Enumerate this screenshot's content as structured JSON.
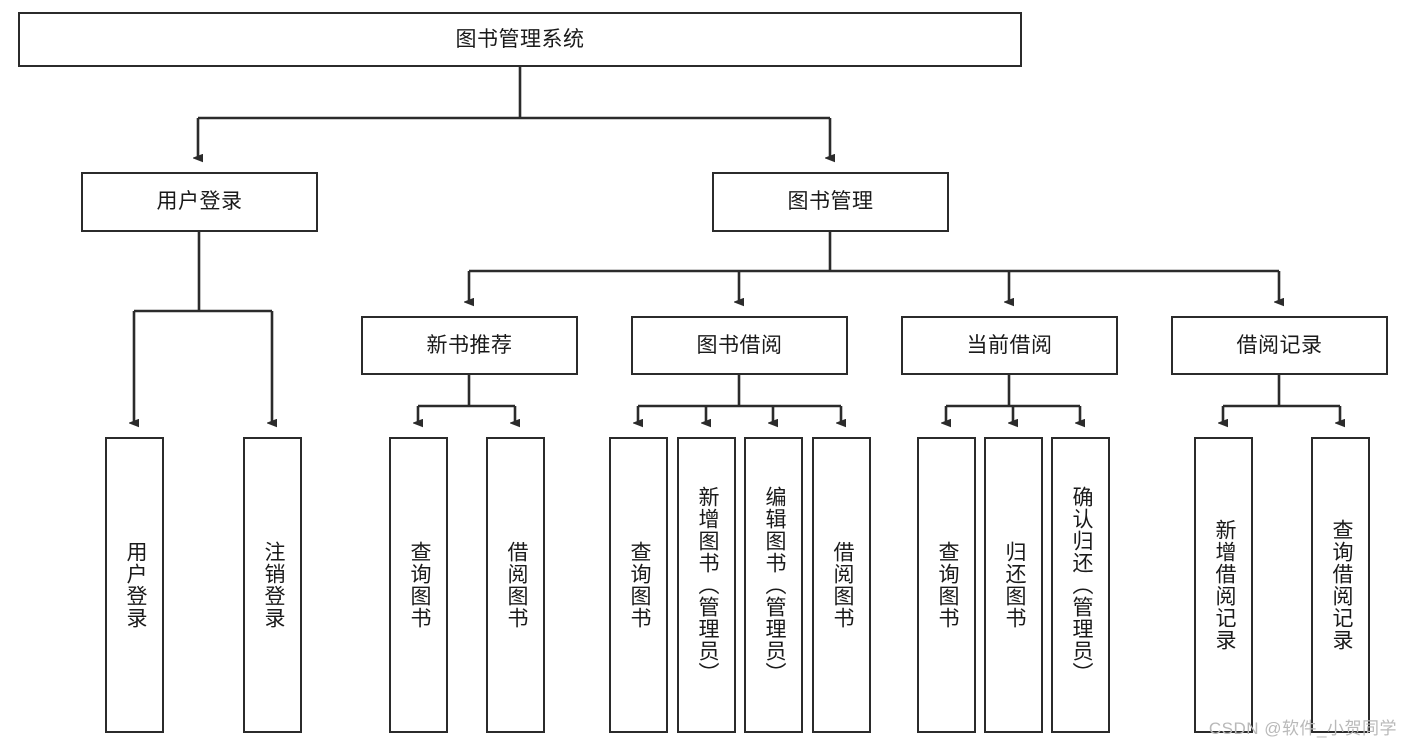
{
  "diagram": {
    "type": "hierarchy-tree",
    "title": "图书管理系统",
    "colors": {
      "box_border": "#2b2b2b",
      "box_fill": "#ffffff",
      "connector": "#2b2b2b",
      "text": "#1a1a1a",
      "watermark": "#b9b9b9",
      "background": "#ffffff"
    },
    "nodes": {
      "root": {
        "label": "图书管理系统",
        "orientation": "horizontal"
      },
      "level1": [
        {
          "id": "user-login",
          "label": "用户登录",
          "orientation": "horizontal"
        },
        {
          "id": "book-management",
          "label": "图书管理",
          "orientation": "horizontal"
        }
      ],
      "level2": [
        {
          "id": "new-book-recommend",
          "label": "新书推荐",
          "orientation": "horizontal"
        },
        {
          "id": "book-borrow",
          "label": "图书借阅",
          "orientation": "horizontal"
        },
        {
          "id": "current-borrow",
          "label": "当前借阅",
          "orientation": "horizontal"
        },
        {
          "id": "borrow-record",
          "label": "借阅记录",
          "orientation": "horizontal"
        }
      ],
      "leaves": {
        "user-login": [
          {
            "id": "leaf-user-login",
            "label": "用户登录",
            "orientation": "vertical"
          },
          {
            "id": "leaf-logout-login",
            "label": "注销登录",
            "orientation": "vertical"
          }
        ],
        "new-book-recommend": [
          {
            "id": "leaf-query-book-1",
            "label": "查询图书",
            "orientation": "vertical"
          },
          {
            "id": "leaf-borrow-book-1",
            "label": "借阅图书",
            "orientation": "vertical"
          }
        ],
        "book-borrow": [
          {
            "id": "leaf-query-book-2",
            "label": "查询图书",
            "orientation": "vertical"
          },
          {
            "id": "leaf-add-book-admin",
            "label": "新增图书（管理员）",
            "orientation": "vertical"
          },
          {
            "id": "leaf-edit-book-admin",
            "label": "编辑图书（管理员）",
            "orientation": "vertical"
          },
          {
            "id": "leaf-borrow-book-2",
            "label": "借阅图书",
            "orientation": "vertical"
          }
        ],
        "current-borrow": [
          {
            "id": "leaf-query-book-3",
            "label": "查询图书",
            "orientation": "vertical"
          },
          {
            "id": "leaf-return-book",
            "label": "归还图书",
            "orientation": "vertical"
          },
          {
            "id": "leaf-confirm-return-admin",
            "label": "确认归还（管理员）",
            "orientation": "vertical"
          }
        ],
        "borrow-record": [
          {
            "id": "leaf-add-borrow-record",
            "label": "新增借阅记录",
            "orientation": "vertical"
          },
          {
            "id": "leaf-query-borrow-record",
            "label": "查询借阅记录",
            "orientation": "vertical"
          }
        ]
      }
    },
    "watermark": "CSDN @软件_小贺同学"
  }
}
